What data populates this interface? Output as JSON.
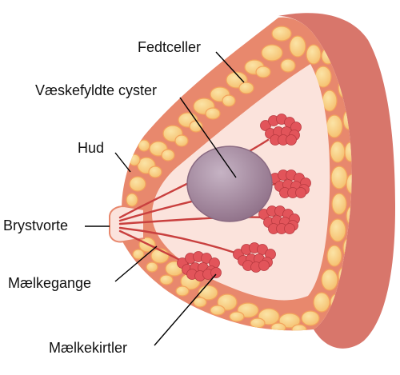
{
  "labels": {
    "fat_cells": "Fedtceller",
    "fluid_cysts": "Væskefyldte cyster",
    "skin": "Hud",
    "nipple": "Brystvorte",
    "milk_ducts": "Mælkegange",
    "milk_glands": "Mælkekirtler"
  },
  "colors": {
    "chest_wall": "#d8766b",
    "fat_layer": "#e8886d",
    "fat_cell": "#f7cd82",
    "fat_cell_border": "#f3a35c",
    "inner_tissue": "#fbe3dc",
    "gland": "#e2545a",
    "cyst": "#a6899e",
    "duct": "#c9403f",
    "leader_line": "#000000"
  }
}
